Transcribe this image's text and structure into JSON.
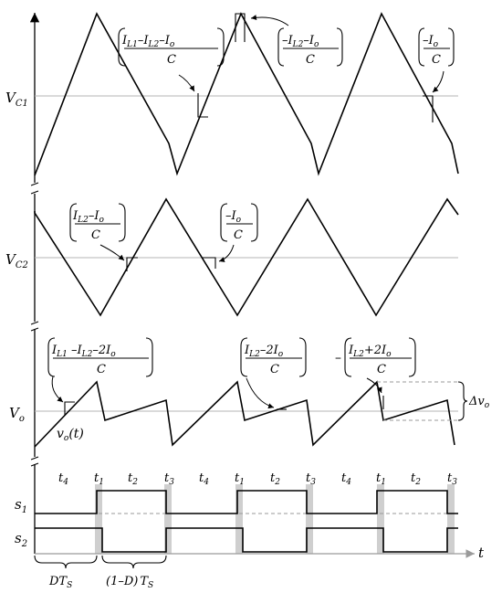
{
  "signals": {
    "vc1": "V",
    "vc1_sub": "C1",
    "vc2": "V",
    "vc2_sub": "C2",
    "vo": "V",
    "vo_sub": "o",
    "vot": "v",
    "vot_sub": "o",
    "vot_arg": "(t)",
    "s1": "s",
    "s1_sub": "1",
    "s2": "s",
    "s2_sub": "2",
    "time_axis": "t",
    "dvo_delta": "Δv",
    "dvo_sub": "o"
  },
  "slopes": {
    "vc1_a_num": "I",
    "vc1_a_num_s1": "L1",
    "vc1_a_num_m1": "–I",
    "vc1_a_num_s2": "L2",
    "vc1_a_num_m2": "–I",
    "vc1_a_num_s3": "o",
    "vc1_b_num": "–I",
    "vc1_b_num_s1": "L2",
    "vc1_b_num_m1": "–I",
    "vc1_b_num_s2": "o",
    "vc1_c_num": "–I",
    "vc1_c_num_s1": "o",
    "vc2_a_num": "I",
    "vc2_a_num_s1": "L2",
    "vc2_a_num_m1": "–I",
    "vc2_a_num_s2": "o",
    "vc2_b_num": "–I",
    "vc2_b_num_s1": "o",
    "vo_a_num": "I",
    "vo_a_num_s1": "L1",
    "vo_a_num_m1": " –I",
    "vo_a_num_s2": "L2",
    "vo_a_num_m2": "–2I",
    "vo_a_num_s3": "o",
    "vo_b_num": "I",
    "vo_b_num_s1": "L2",
    "vo_b_num_m1": "–2I",
    "vo_b_num_s2": "o",
    "vo_c_sign": "–",
    "vo_c_num": "I",
    "vo_c_num_s1": "L2",
    "vo_c_num_m1": "+2I",
    "vo_c_num_s2": "o",
    "den": "C"
  },
  "intervals": {
    "t1": "t",
    "t1_sub": "1",
    "t2": "t",
    "t2_sub": "2",
    "t3": "t",
    "t3_sub": "3",
    "t4": "t",
    "t4_sub": "4"
  },
  "duty": {
    "dts": "DT",
    "dts_sub": "S",
    "one_minus_d": "(1–D)",
    "one_minus_d_t": "T",
    "one_minus_d_sub": "S"
  }
}
